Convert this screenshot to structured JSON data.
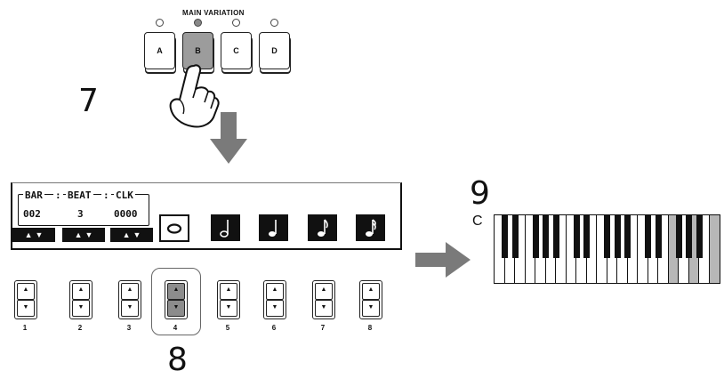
{
  "steps": {
    "s7": "7",
    "s8": "8",
    "s9": "9"
  },
  "main_variation": {
    "title": "MAIN VARIATION",
    "buttons": [
      "A",
      "B",
      "C",
      "D"
    ],
    "selected": "B"
  },
  "position": {
    "bar_label": "BAR",
    "beat_label": "BEAT",
    "clk_label": "CLK",
    "sep1": ":",
    "sep2": ":",
    "bar": "002",
    "beat": "3",
    "clk": "0000"
  },
  "quantize": {
    "notes": [
      "whole-note-icon",
      "half-note-icon",
      "quarter-note-icon",
      "eighth-note-icon",
      "sixteenth-note-icon"
    ],
    "selected_index": 0
  },
  "buttons_row": {
    "labels": [
      "1",
      "2",
      "3",
      "4",
      "5",
      "6",
      "7",
      "8"
    ],
    "selected": "4"
  },
  "keyboard": {
    "start_note": "C",
    "highlight_whites": [
      17,
      19,
      21
    ]
  }
}
